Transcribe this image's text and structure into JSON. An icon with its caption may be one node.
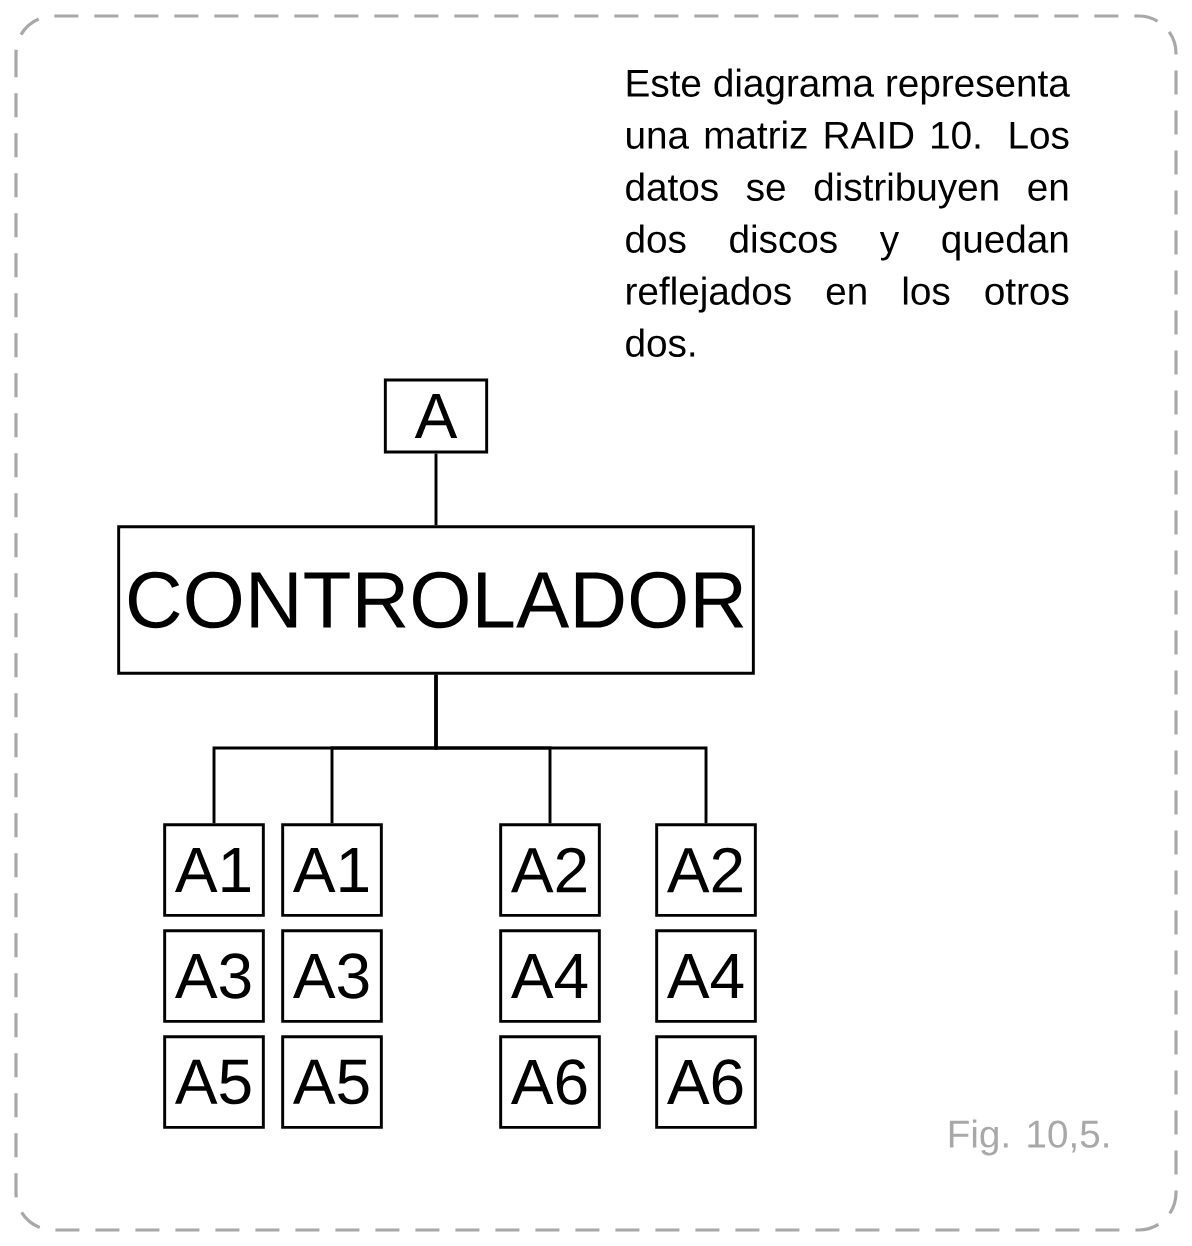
{
  "diagram": {
    "nodes": [
      {
        "text": [
          "A"
        ]
      },
      {
        "text": [
          "CONTROLADOR"
        ]
      },
      {
        "text": [
          "A1"
        ]
      },
      {
        "text": [
          "A1"
        ]
      },
      {
        "text": [
          "A2"
        ]
      },
      {
        "text": [
          "A2"
        ]
      },
      {
        "text": [
          "A3"
        ]
      },
      {
        "text": [
          "A3"
        ]
      },
      {
        "text": [
          "A4"
        ]
      },
      {
        "text": [
          "A4"
        ]
      },
      {
        "text": [
          "A5"
        ]
      },
      {
        "text": [
          "A5"
        ]
      },
      {
        "text": [
          "A6"
        ]
      },
      {
        "text": [
          "A6"
        ]
      }
    ],
    "edges": [
      {
        "from": 0,
        "to": 1,
        "arrow": "none"
      },
      {
        "from": 1,
        "to": 2,
        "arrow": "none"
      },
      {
        "from": 1,
        "to": 3,
        "arrow": "none"
      },
      {
        "from": 1,
        "to": 4,
        "arrow": "none"
      },
      {
        "from": 1,
        "to": 5,
        "arrow": "none"
      }
    ],
    "labels": [
      "Este diagrama representa una matriz RAID 10. Los datos se distribuyen en dos discos y quedan reflejados en los otros dos.",
      "Fig. 10,5."
    ]
  }
}
